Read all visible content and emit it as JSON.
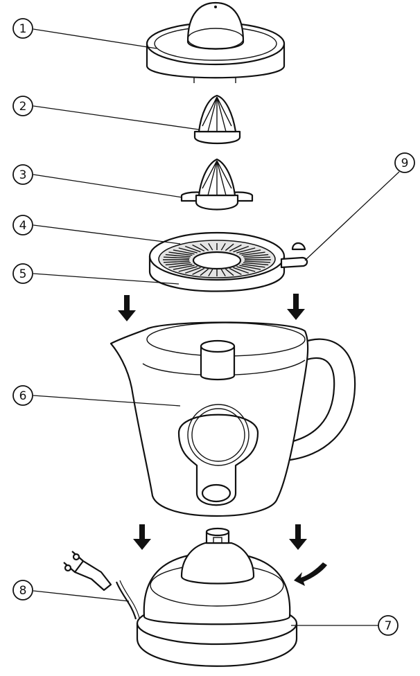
{
  "callouts": [
    "1",
    "2",
    "3",
    "4",
    "5",
    "6",
    "7",
    "8",
    "9"
  ],
  "colors": {
    "line": "#111111",
    "fill": "#ffffff",
    "shade": "#e4e4e4"
  }
}
